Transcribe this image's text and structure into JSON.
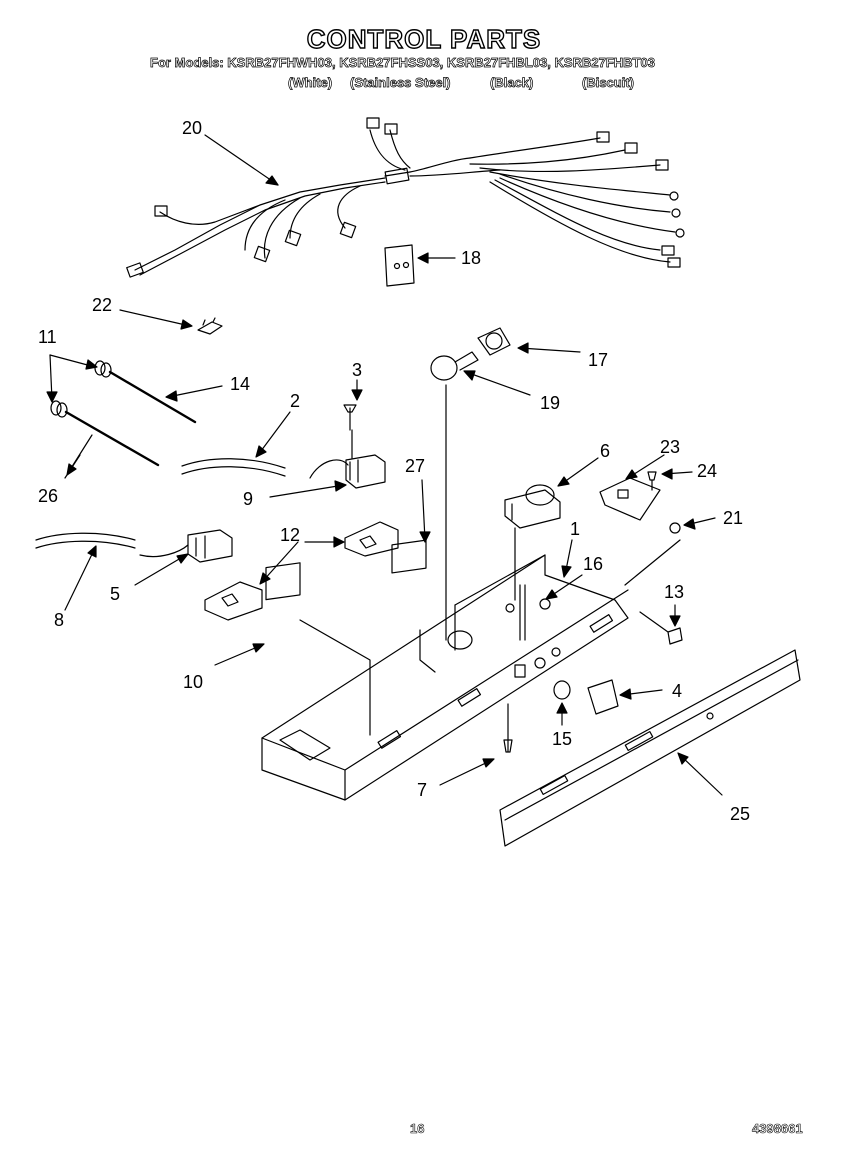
{
  "header": {
    "title": "CONTROL PARTS",
    "models_line": "For Models: KSRB27FHWH03, KSRB27FHSS03, KSRB27FHBL03, KSRB27FHBT03",
    "colors": [
      "(White)",
      "(Stainless Steel)",
      "(Black)",
      "(Biscuit)"
    ]
  },
  "callouts": {
    "c20": "20",
    "c18": "18",
    "c22": "22",
    "c11": "11",
    "c14": "14",
    "c3": "3",
    "c2": "2",
    "c17": "17",
    "c19": "19",
    "c26": "26",
    "c9": "9",
    "c27": "27",
    "c6": "6",
    "c23": "23",
    "c24": "24",
    "c21": "21",
    "c12": "12",
    "c1": "1",
    "c5": "5",
    "c16": "16",
    "c8": "8",
    "c13": "13",
    "c10": "10",
    "c4": "4",
    "c15": "15",
    "c7": "7",
    "c25": "25"
  },
  "footer": {
    "page_number": "16",
    "doc_number": "4398661"
  }
}
